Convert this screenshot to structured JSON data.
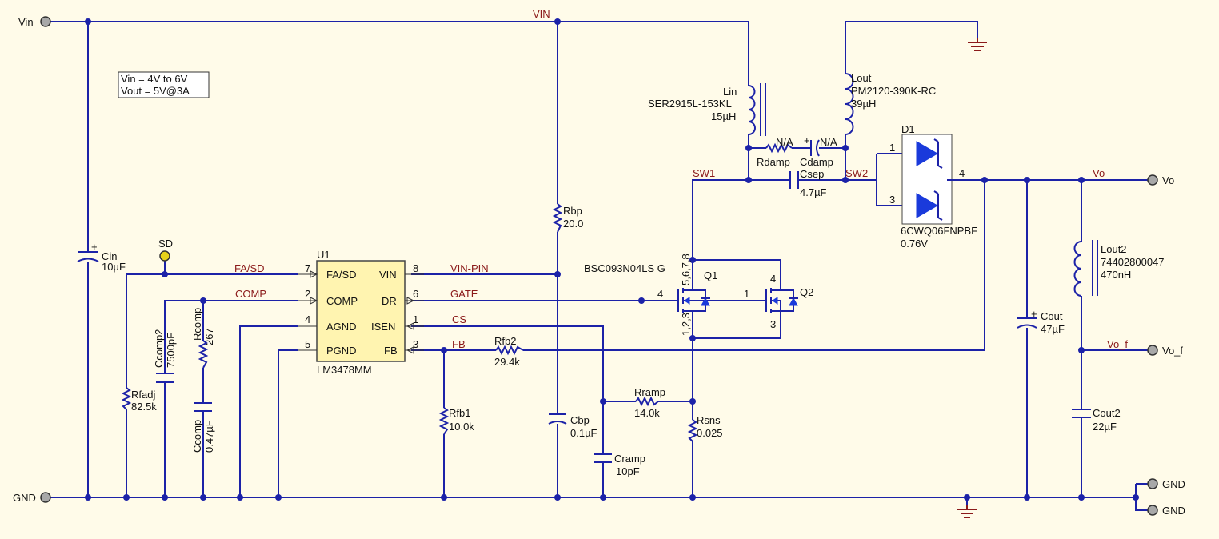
{
  "ports": {
    "vin": "Vin",
    "gnd_left": "GND",
    "vo": "Vo",
    "vo_f": "Vo_f",
    "gnd_right1": "GND",
    "gnd_right2": "GND",
    "sd": "SD"
  },
  "nets": {
    "vin": "VIN",
    "sw1": "SW1",
    "sw2": "SW2",
    "vo": "Vo",
    "vo_f": "Vo_f",
    "fa_sd": "FA/SD",
    "comp": "COMP",
    "vin_pin": "VIN-PIN",
    "gate": "GATE",
    "cs": "CS",
    "fb": "FB"
  },
  "note": {
    "line1": "Vin   = 4V to 6V",
    "line2": "Vout = 5V@3A"
  },
  "ic": {
    "ref": "U1",
    "part": "LM3478MM",
    "left_pins": [
      {
        "num": "7",
        "name": "FA/SD"
      },
      {
        "num": "2",
        "name": "COMP"
      },
      {
        "num": "4",
        "name": "AGND"
      },
      {
        "num": "5",
        "name": "PGND"
      }
    ],
    "right_pins": [
      {
        "num": "8",
        "name": "VIN"
      },
      {
        "num": "6",
        "name": "DR"
      },
      {
        "num": "1",
        "name": "ISEN"
      },
      {
        "num": "3",
        "name": "FB"
      }
    ]
  },
  "components": {
    "cin": {
      "ref": "Cin",
      "value": "10µF"
    },
    "rfadj": {
      "ref": "Rfadj",
      "value": "82.5k"
    },
    "ccomp2": {
      "ref": "Ccomp2",
      "value": "7500pF"
    },
    "rcomp": {
      "ref": "Rcomp",
      "value": "267"
    },
    "ccomp": {
      "ref": "Ccomp",
      "value": "0.47µF"
    },
    "rbp": {
      "ref": "Rbp",
      "value": "20.0"
    },
    "cbp": {
      "ref": "Cbp",
      "value": "0.1µF"
    },
    "rfb1": {
      "ref": "Rfb1",
      "value": "10.0k"
    },
    "rfb2": {
      "ref": "Rfb2",
      "value": "29.4k"
    },
    "rramp": {
      "ref": "Rramp",
      "value": "14.0k"
    },
    "cramp": {
      "ref": "Cramp",
      "value": "10pF"
    },
    "rsns": {
      "ref": "Rsns",
      "value": "0.025"
    },
    "lin": {
      "ref": "Lin",
      "part": "SER2915L-153KL",
      "value": "15µH"
    },
    "lout": {
      "ref": "Lout",
      "part": "PM2120-390K-RC",
      "value": "39µH"
    },
    "rdamp": {
      "ref": "Rdamp",
      "value": "N/A"
    },
    "cdamp": {
      "ref": "Cdamp",
      "value": "N/A"
    },
    "csep": {
      "ref": "Csep",
      "value": "4.7µF"
    },
    "d1": {
      "ref": "D1",
      "part": "6CWQ06FNPBF",
      "value": "0.76V",
      "pin1": "1",
      "pin3": "3",
      "pin4": "4"
    },
    "q1": {
      "ref": "Q1",
      "part": "BSC093N04LS G",
      "drain": "5,6,7,8",
      "gate": "4",
      "source": "1,2,3"
    },
    "q2": {
      "ref": "Q2",
      "drain": "4",
      "gate": "1",
      "source": "3"
    },
    "cout": {
      "ref": "Cout",
      "value": "47µF"
    },
    "lout2": {
      "ref": "Lout2",
      "part": "74402800047",
      "value": "470nH"
    },
    "cout2": {
      "ref": "Cout2",
      "value": "22µF"
    }
  },
  "colors": {
    "wire": "#1c22a8",
    "net_label": "#8b1a1a",
    "ground": "#8b1a1a",
    "ic_fill": "#fff4b0",
    "background": "#fffbe9"
  }
}
